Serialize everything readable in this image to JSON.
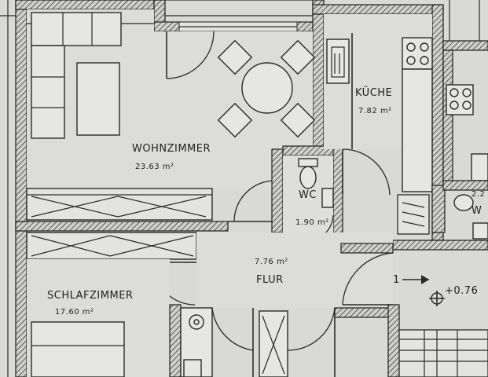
{
  "rooms": {
    "wohnzimmer": {
      "name": "WOHNZIMMER",
      "area": "23.63 m²"
    },
    "kueche": {
      "name": "KÜCHE",
      "area": "7.82 m²"
    },
    "wc": {
      "name": "WC",
      "area": "1.90 m²"
    },
    "flur": {
      "name": "FLUR",
      "area": "7.76 m²"
    },
    "schlafzimmer": {
      "name": "SCHLAFZIMMER",
      "area": "17.60 m²"
    },
    "partial_right": {
      "area": "2.2"
    },
    "partial_right_letter": {
      "name": "W"
    }
  },
  "annotations": {
    "stair_marker": "1",
    "level": "+0.76"
  },
  "colors": {
    "paper": "#d9d9d6",
    "ink": "#2b2b2b"
  }
}
